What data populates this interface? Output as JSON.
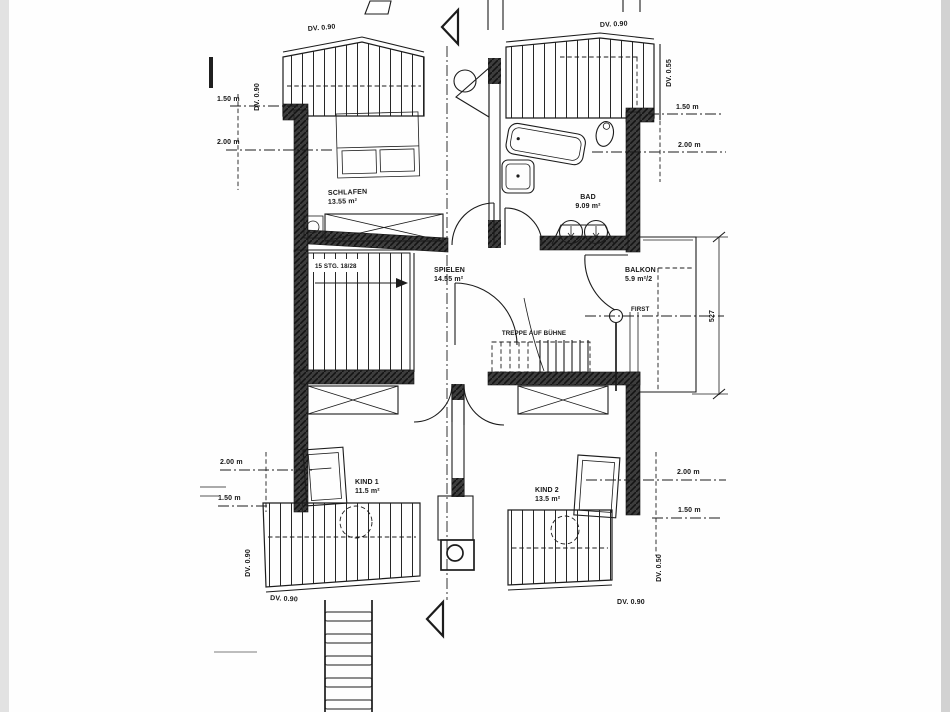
{
  "plan": {
    "rooms": {
      "schlafen": {
        "name": "SCHLAFEN",
        "area": "13.55 m²"
      },
      "bad": {
        "name": "BAD",
        "area": "9.09 m²"
      },
      "spielen": {
        "name": "SPIELEN",
        "area": "14.55 m²"
      },
      "balkon": {
        "name": "BALKON",
        "area": "5.9 m²/2"
      },
      "kind1": {
        "name": "KIND 1",
        "area": "11.5 m²"
      },
      "kind2": {
        "name": "KIND 2",
        "area": "13.5 m²"
      }
    },
    "labels": {
      "stairs": "15 STG. 18/28",
      "attic_stairs": "TREPPE AUF BÜHNE",
      "ridge": "FIRST",
      "dim_height": "527"
    },
    "height_lines": {
      "h150": "1.50 m",
      "h200": "2.00 m"
    },
    "dormers": {
      "dv090": "DV. 0.90",
      "dv055": "DV. 0.55",
      "dv050": "DV. 0.50"
    },
    "colors": {
      "ink": "#1c1c1c",
      "wall": "#3d3d3d",
      "paper": "#fefefe",
      "scan_edge": "#dedede"
    }
  }
}
